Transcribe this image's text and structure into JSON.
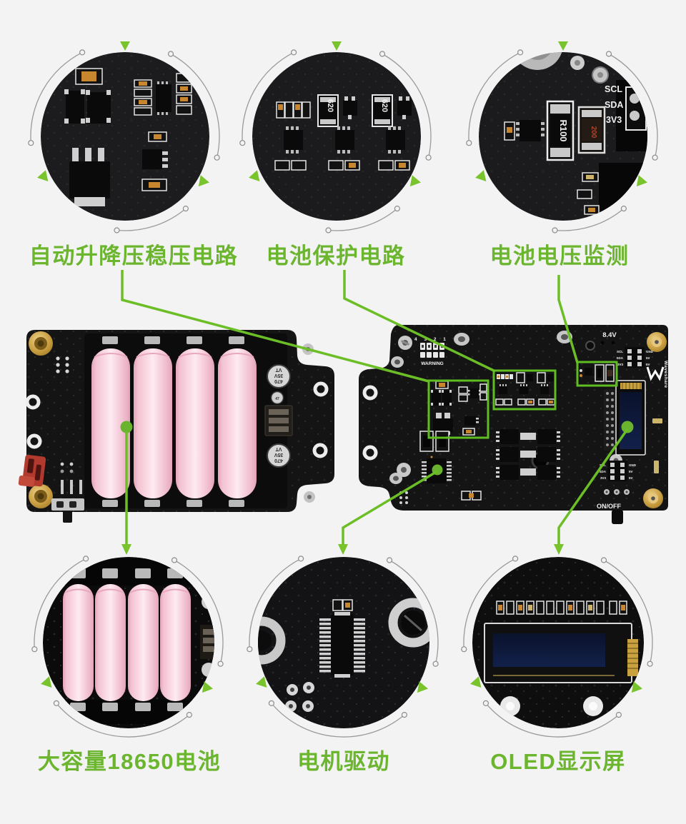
{
  "colors": {
    "background": "#f3f3f3",
    "accent_green_text": "#6cb52f",
    "accent_green_line": "#6cbe27",
    "pcb_black": "#151516",
    "battery_pink": "#f6ccd9",
    "oled_blue": "#0b1734",
    "gold": "#c59b3d",
    "red_connector": "#b2392e"
  },
  "callouts": {
    "top": [
      {
        "label": "自动升降压稳压电路"
      },
      {
        "label": "电池保护电路"
      },
      {
        "label": "电池电压监测"
      }
    ],
    "bottom": [
      {
        "label": "大容量18650电池"
      },
      {
        "label": "电机驱动"
      },
      {
        "label": "OLED显示屏"
      }
    ]
  },
  "detail_texts": {
    "i2c_pins": {
      "scl": "SCL",
      "sda": "SDA",
      "v33": "3V3"
    },
    "r100": "R100",
    "r620": "620",
    "r200": "200",
    "cap": {
      "l1": "470",
      "l2": "35V",
      "l3": "VT"
    },
    "cap_small": "47"
  },
  "board": {
    "digits": "4 3 2 1",
    "warning": "WARNING",
    "voltage": "8.4V",
    "onoff": "ON/OFF",
    "brand": "Waveshare",
    "header": {
      "left0": "SCL",
      "left1": "SDA",
      "left2": "3V3",
      "right0": "GND",
      "right1": "5V",
      "right2": "5V"
    }
  }
}
